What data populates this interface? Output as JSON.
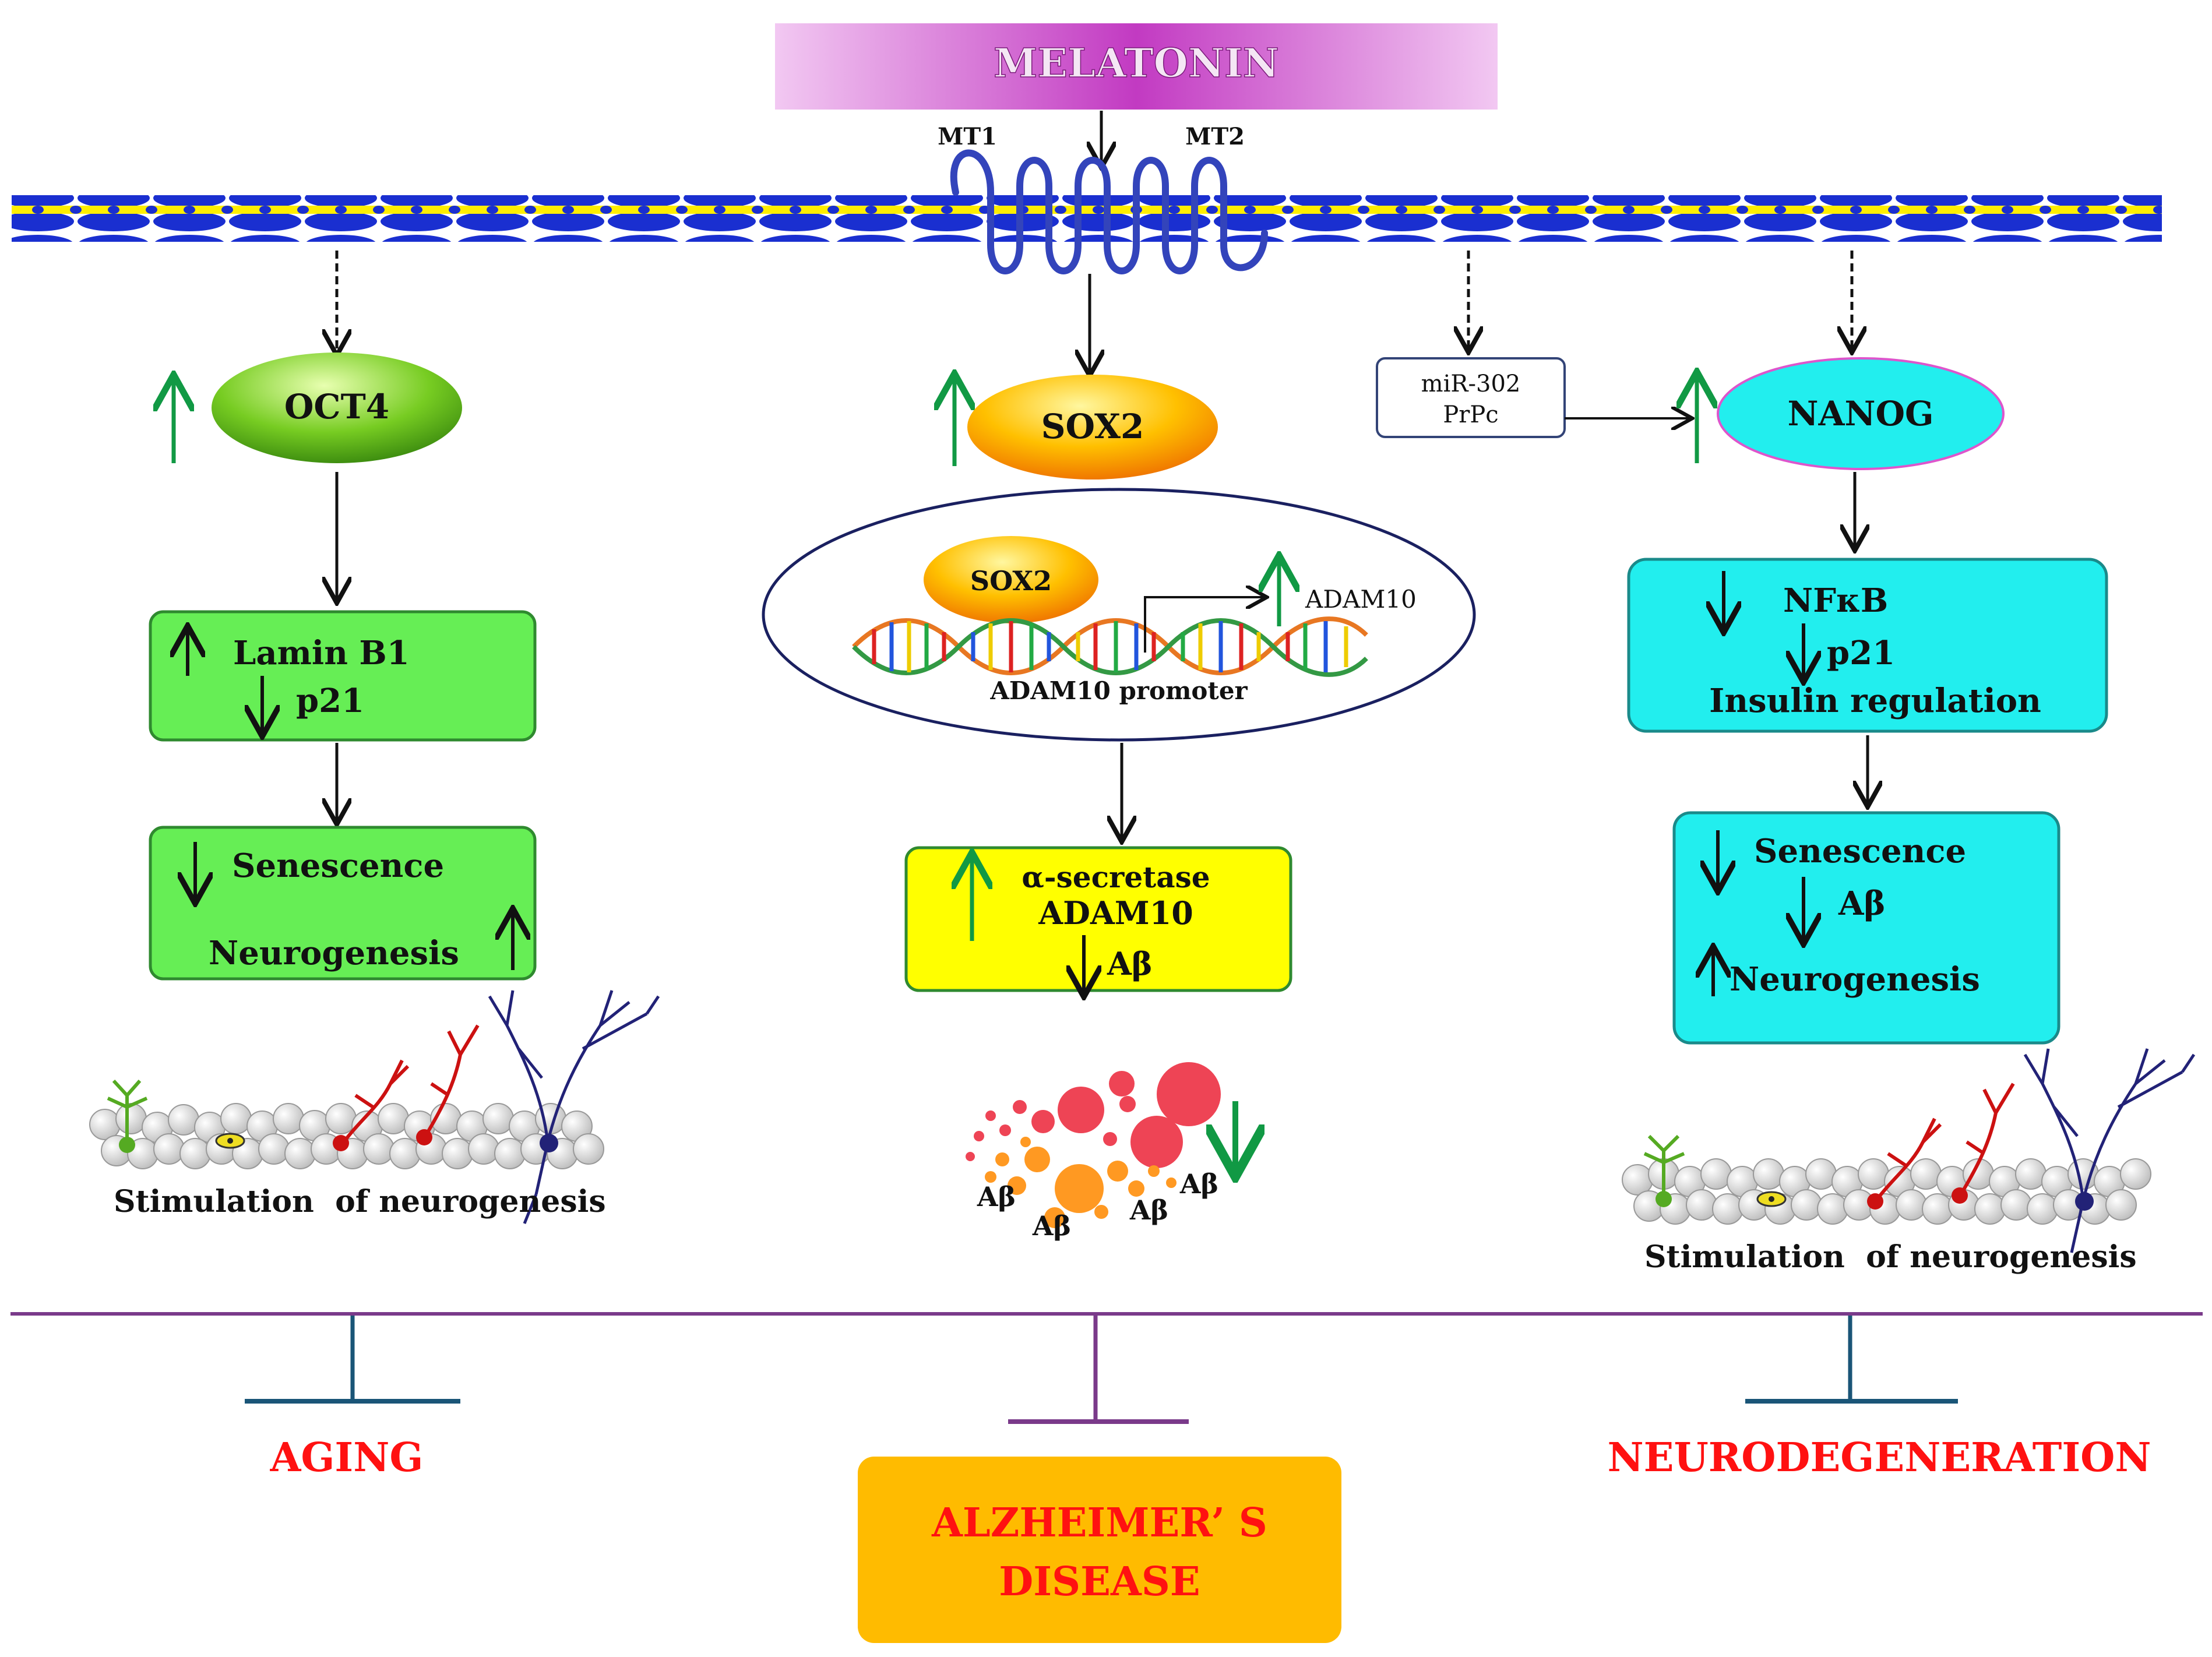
{
  "melatonin": {
    "label": "MELATONIN",
    "color": "#cc33cc"
  },
  "receptors": {
    "mt1": "MT1",
    "mt2": "MT2"
  },
  "left": {
    "factor": "OCT4",
    "box1": {
      "line1": "Lamin B1",
      "line2": "p21"
    },
    "box2": {
      "line1": "Senescence",
      "line2": "Neurogenesis"
    },
    "caption": "Stimulation  of neurogenesis"
  },
  "middle": {
    "factor": "SOX2",
    "nucleus": {
      "factor": "SOX2",
      "gene": "ADAM10",
      "promoter": "ADAM10 promoter"
    },
    "box": {
      "line1": "α-secretase",
      "line2": "ADAM10",
      "line3": "Aβ"
    },
    "plaque_labels": [
      "Aβ",
      "Aβ",
      "Aβ",
      "Aβ"
    ]
  },
  "right": {
    "mirna": {
      "line1": "miR-302",
      "line2": "PrPc"
    },
    "factor": "NANOG",
    "box1": {
      "line1": "NFκB",
      "line2": "p21",
      "line3": "Insulin regulation"
    },
    "box2": {
      "line1": "Senescence",
      "line2": "Aβ",
      "line3": "Neurogenesis"
    },
    "caption": "Stimulation  of neurogenesis"
  },
  "outcomes": {
    "aging": "AGING",
    "alzheimers_line1": "ALZHEIMER’ S",
    "alzheimers_line2": "DISEASE",
    "neurodegeneration": "NEURODEGENERATION"
  },
  "colors": {
    "green_box": "#66ee55",
    "yellow_box": "#ffff00",
    "cyan_box": "#22eeee",
    "orange_box": "#ffbb00",
    "outcome_red": "#ff1111",
    "up_arrow_green": "#119944",
    "membrane_blue": "#1a2fd0",
    "membrane_yellow": "#ffee00"
  }
}
